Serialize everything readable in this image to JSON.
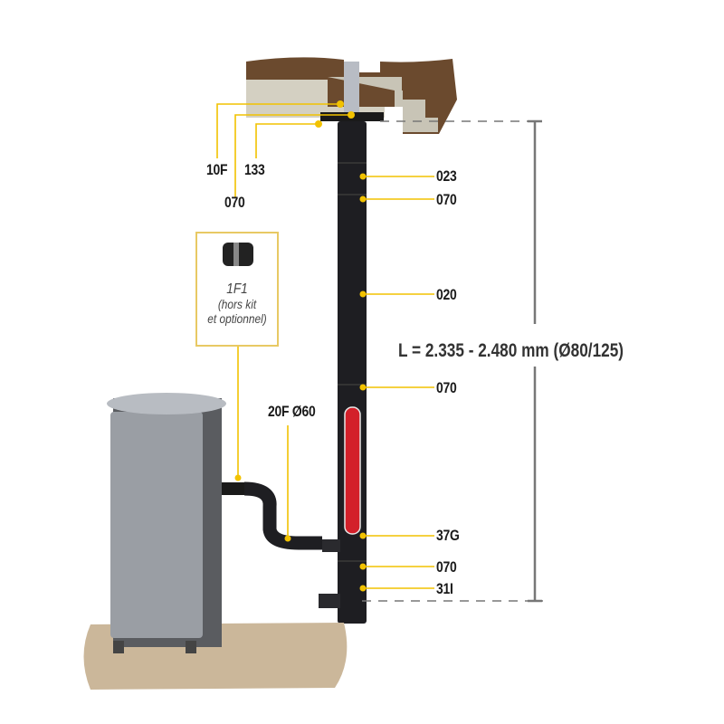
{
  "labels": {
    "l10f": "10F",
    "l133": "133",
    "l070_top": "070",
    "l023": "023",
    "l070_a": "070",
    "l020": "020",
    "l070_b": "070",
    "l37g": "37G",
    "l070_c": "070",
    "l31i": "31I",
    "l20f": "20F Ø60"
  },
  "optional_part": {
    "code": "1F1",
    "line1": "(hors kit",
    "line2": "et optionnel)"
  },
  "length": "L = 2.335 - 2.480 mm (Ø80/125)",
  "colors": {
    "leader": "#f2c200",
    "pipe": "#1e1e22",
    "heater": "#d3202a",
    "wood": "#6b4a2e",
    "box": "#e8c964"
  }
}
